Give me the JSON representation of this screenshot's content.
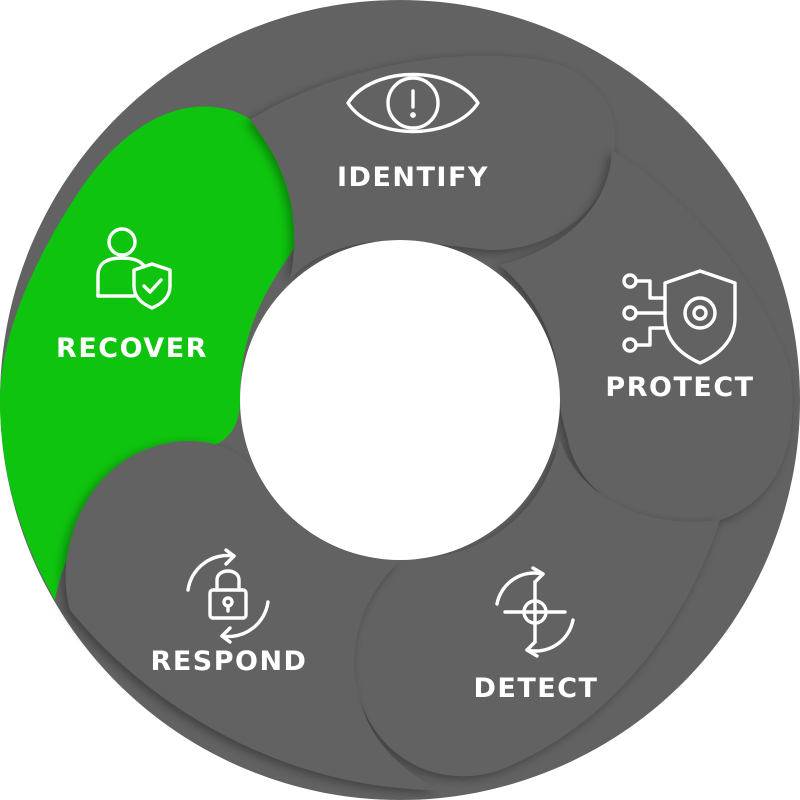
{
  "cycle": {
    "colors": {
      "segment": "#626262",
      "active": "#0ec40e",
      "text": "#ffffff",
      "hub": "#ffffff"
    },
    "stages": [
      {
        "key": "identify",
        "label": "IDENTIFY",
        "icon": "eye-alert-icon",
        "active": false
      },
      {
        "key": "protect",
        "label": "PROTECT",
        "icon": "shield-gear-circuit-icon",
        "active": false
      },
      {
        "key": "detect",
        "label": "DETECT",
        "icon": "crosshair-cycle-icon",
        "active": false
      },
      {
        "key": "respond",
        "label": "RESPOND",
        "icon": "padlock-cycle-icon",
        "active": false
      },
      {
        "key": "recover",
        "label": "RECOVER",
        "icon": "user-shield-check-icon",
        "active": true
      }
    ]
  }
}
